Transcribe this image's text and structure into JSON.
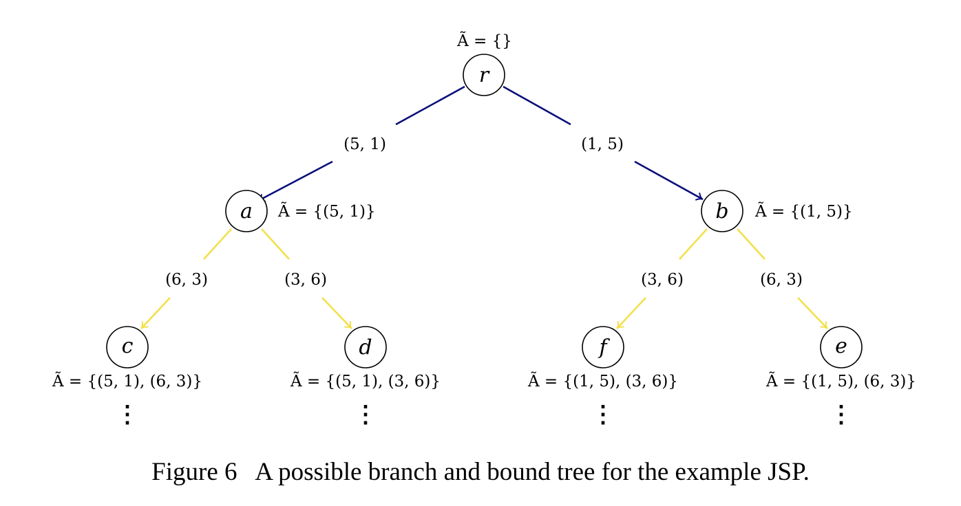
{
  "colors": {
    "blue_edge": "#0a0f7a",
    "yellow_edge": "#f2e04a",
    "node_stroke": "#000000"
  },
  "nodes": {
    "r": {
      "label": "r",
      "set": "Ã = {}"
    },
    "a": {
      "label": "a",
      "set": "Ã = {(5, 1)}"
    },
    "b": {
      "label": "b",
      "set": "Ã = {(1, 5)}"
    },
    "c": {
      "label": "c",
      "set": "Ã = {(5, 1), (6, 3)}"
    },
    "d": {
      "label": "d",
      "set": "Ã = {(5, 1), (3, 6)}"
    },
    "f": {
      "label": "f",
      "set": "Ã = {(1, 5), (3, 6)}"
    },
    "e": {
      "label": "e",
      "set": "Ã = {(1, 5), (6, 3)}"
    }
  },
  "edges": {
    "r_a": "(5, 1)",
    "r_b": "(1, 5)",
    "a_c": "(6, 3)",
    "a_d": "(3, 6)",
    "b_f": "(3, 6)",
    "b_e": "(6, 3)"
  },
  "continuation_symbol": "⋮",
  "caption": {
    "number": "Figure 6",
    "text": "A possible branch and bound tree for the example JSP."
  }
}
